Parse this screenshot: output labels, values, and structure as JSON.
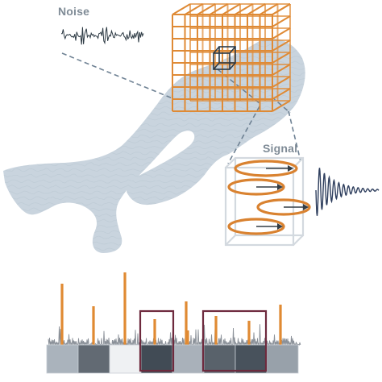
{
  "labels": {
    "noise": "Noise",
    "signal": "Signal"
  },
  "colors": {
    "grid": "#df8a35",
    "body": "#c9d4de",
    "body_texture": "#b7c4d0",
    "dash": "#6f8294",
    "noise_trace": "#2d3a44",
    "voxel": "#2a3a48",
    "cube": "#d3d9df",
    "ring": "#d98230",
    "arrow": "#333d45",
    "fid": "#2f3f5e",
    "spike": "#e08a33",
    "baseline_noise": "#8a9098",
    "highlight_box": "#6e2a3e"
  },
  "icons": {
    "arrow": "arrow-right-icon"
  },
  "tissue_bar_shades": [
    "#aab3bc",
    "#626a73",
    "#eff1f3",
    "#414b55",
    "#a9b1ba",
    "#59626b",
    "#48525c",
    "#98a1aa"
  ],
  "highlighted_segments": [
    3,
    5,
    6
  ]
}
